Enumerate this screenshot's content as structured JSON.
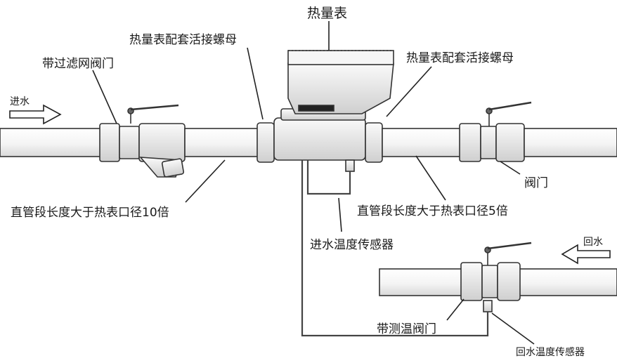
{
  "labels": {
    "heat_meter": "热量表",
    "union_nut_left": "热量表配套活接螺母",
    "union_nut_right": "热量表配套活接螺母",
    "filter_valve": "带过滤网阀门",
    "inlet": "进水",
    "valve": "阀门",
    "straight_pipe_10x": "直管段长度大于热表口径10倍",
    "straight_pipe_5x": "直管段长度大于热表口径5倍",
    "inlet_temp_sensor": "进水温度传感器",
    "return_water": "回水",
    "temp_valve": "带测温阀门",
    "return_temp_sensor": "回水温度传感器"
  }
}
